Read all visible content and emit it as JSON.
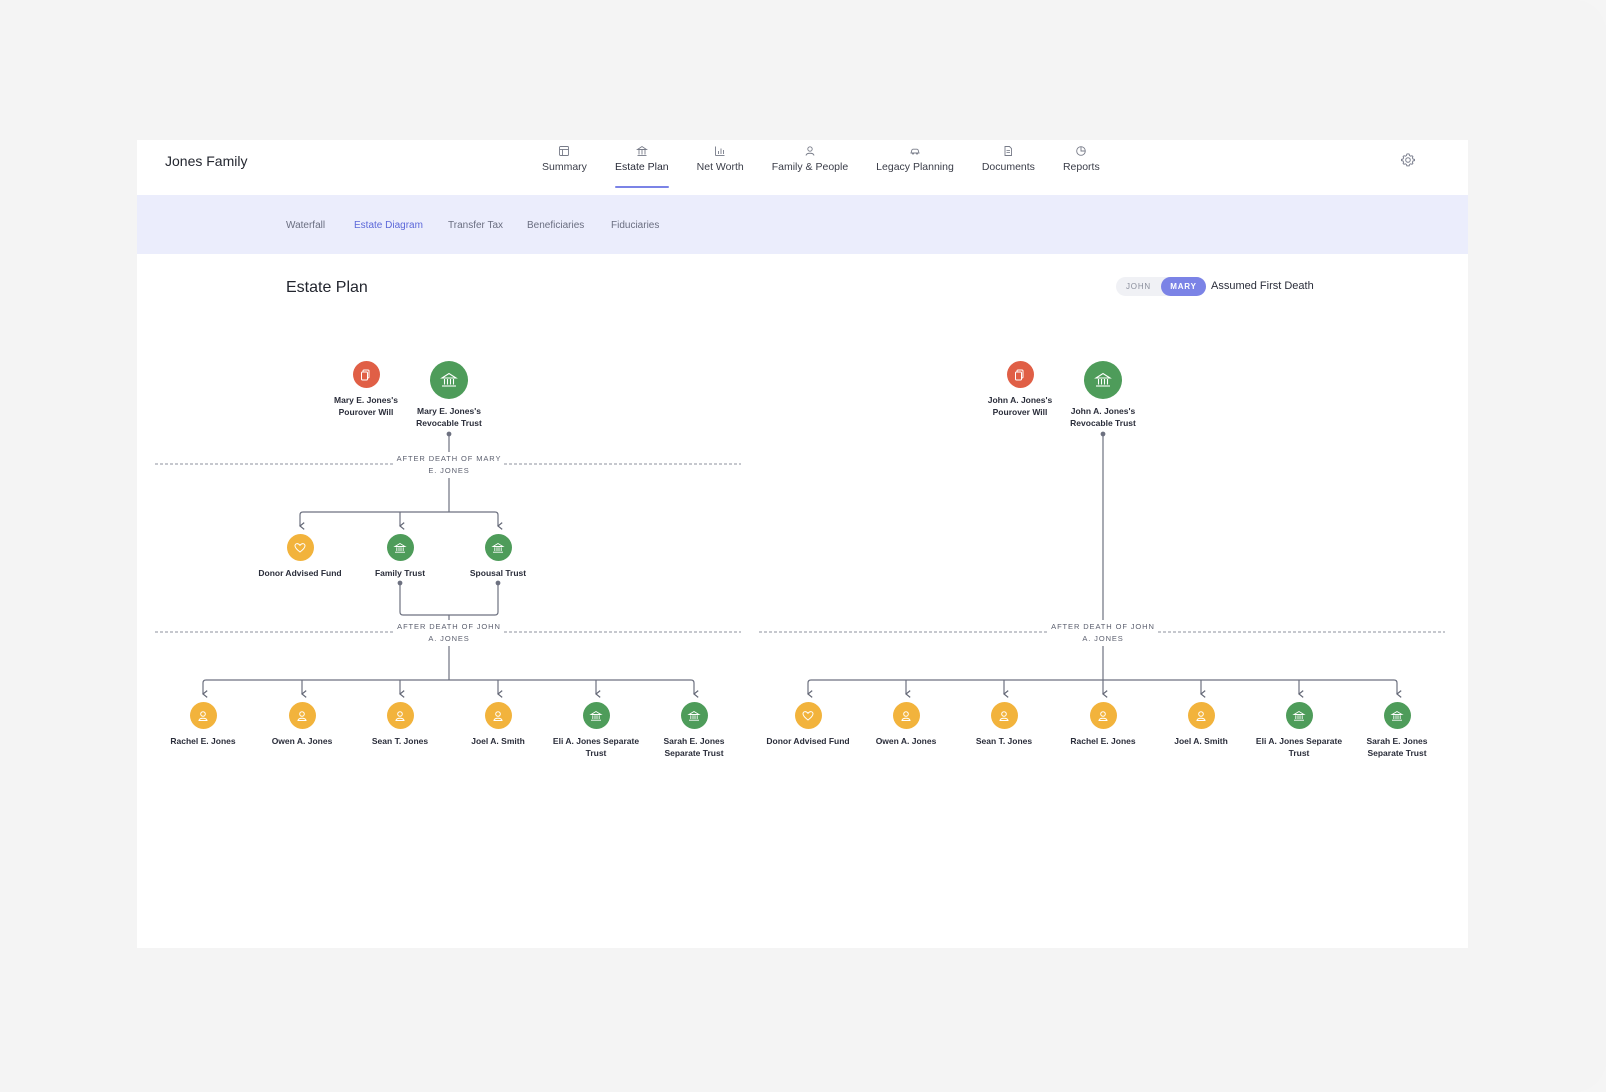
{
  "app": {
    "family_name": "Jones Family"
  },
  "nav": {
    "tabs": [
      {
        "label": "Summary",
        "icon": "summary-icon"
      },
      {
        "label": "Estate Plan",
        "icon": "building-icon"
      },
      {
        "label": "Net Worth",
        "icon": "bar-chart-icon"
      },
      {
        "label": "Family & People",
        "icon": "person-icon"
      },
      {
        "label": "Legacy Planning",
        "icon": "car-icon"
      },
      {
        "label": "Documents",
        "icon": "document-icon"
      },
      {
        "label": "Reports",
        "icon": "pie-chart-icon"
      }
    ],
    "active_tab": "Estate Plan",
    "settings_icon": "gear-icon"
  },
  "subnav": {
    "items": [
      "Waterfall",
      "Estate Diagram",
      "Transfer Tax",
      "Beneficiaries",
      "Fiduciaries"
    ],
    "active": "Estate Diagram"
  },
  "header": {
    "title": "Estate Plan",
    "toggle_john": "JOHN",
    "toggle_mary": "MARY",
    "toggle_selected": "MARY",
    "toggle_caption": "Assumed First Death"
  },
  "colors": {
    "accent": "#7b83e6",
    "will": "#e05f46",
    "trust": "#4e9c5a",
    "person": "#f2b33c"
  },
  "diagram": {
    "left": {
      "top_nodes": [
        {
          "label": "Mary E. Jones's Pourover Will",
          "type": "will"
        },
        {
          "label": "Mary E. Jones's Revocable Trust",
          "type": "trust"
        }
      ],
      "divider1": "AFTER DEATH OF MARY E. JONES",
      "middle_nodes": [
        {
          "label": "Donor Advised Fund",
          "type": "fund"
        },
        {
          "label": "Family Trust",
          "type": "trust"
        },
        {
          "label": "Spousal Trust",
          "type": "trust"
        }
      ],
      "divider2": "AFTER DEATH OF JOHN A. JONES",
      "bottom_nodes": [
        {
          "label": "Rachel E. Jones",
          "type": "person"
        },
        {
          "label": "Owen A. Jones",
          "type": "person"
        },
        {
          "label": "Sean T. Jones",
          "type": "person"
        },
        {
          "label": "Joel A. Smith",
          "type": "person"
        },
        {
          "label": "Eli A. Jones Separate Trust",
          "type": "trust"
        },
        {
          "label": "Sarah E. Jones Separate Trust",
          "type": "trust"
        }
      ]
    },
    "right": {
      "top_nodes": [
        {
          "label": "John A. Jones's Pourover Will",
          "type": "will"
        },
        {
          "label": "John A. Jones's Revocable Trust",
          "type": "trust"
        }
      ],
      "divider2": "AFTER DEATH OF JOHN A. JONES",
      "bottom_nodes": [
        {
          "label": "Donor Advised Fund",
          "type": "fund"
        },
        {
          "label": "Owen A. Jones",
          "type": "person"
        },
        {
          "label": "Sean T. Jones",
          "type": "person"
        },
        {
          "label": "Rachel E. Jones",
          "type": "person"
        },
        {
          "label": "Joel A. Smith",
          "type": "person"
        },
        {
          "label": "Eli A. Jones Separate Trust",
          "type": "trust"
        },
        {
          "label": "Sarah E. Jones Separate Trust",
          "type": "trust"
        }
      ]
    }
  }
}
